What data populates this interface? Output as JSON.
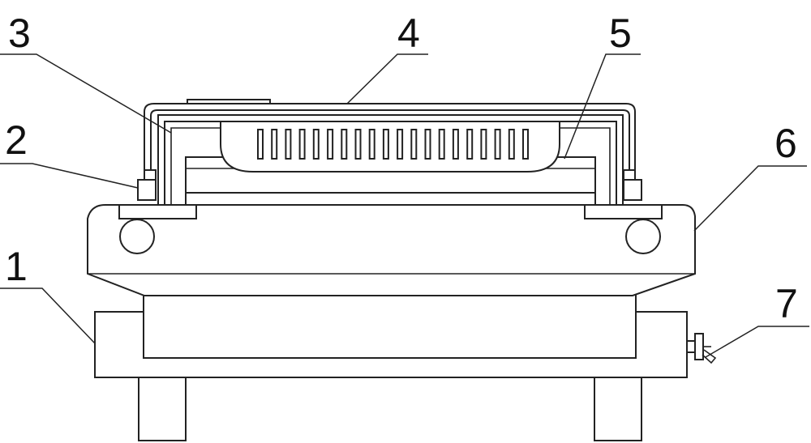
{
  "labels": [
    {
      "id": "1",
      "text": "1"
    },
    {
      "id": "2",
      "text": "2"
    },
    {
      "id": "3",
      "text": "3"
    },
    {
      "id": "4",
      "text": "4"
    },
    {
      "id": "5",
      "text": "5"
    },
    {
      "id": "6",
      "text": "6"
    },
    {
      "id": "7",
      "text": "7"
    }
  ],
  "colors": {
    "line": "#222222",
    "background": "#ffffff"
  }
}
